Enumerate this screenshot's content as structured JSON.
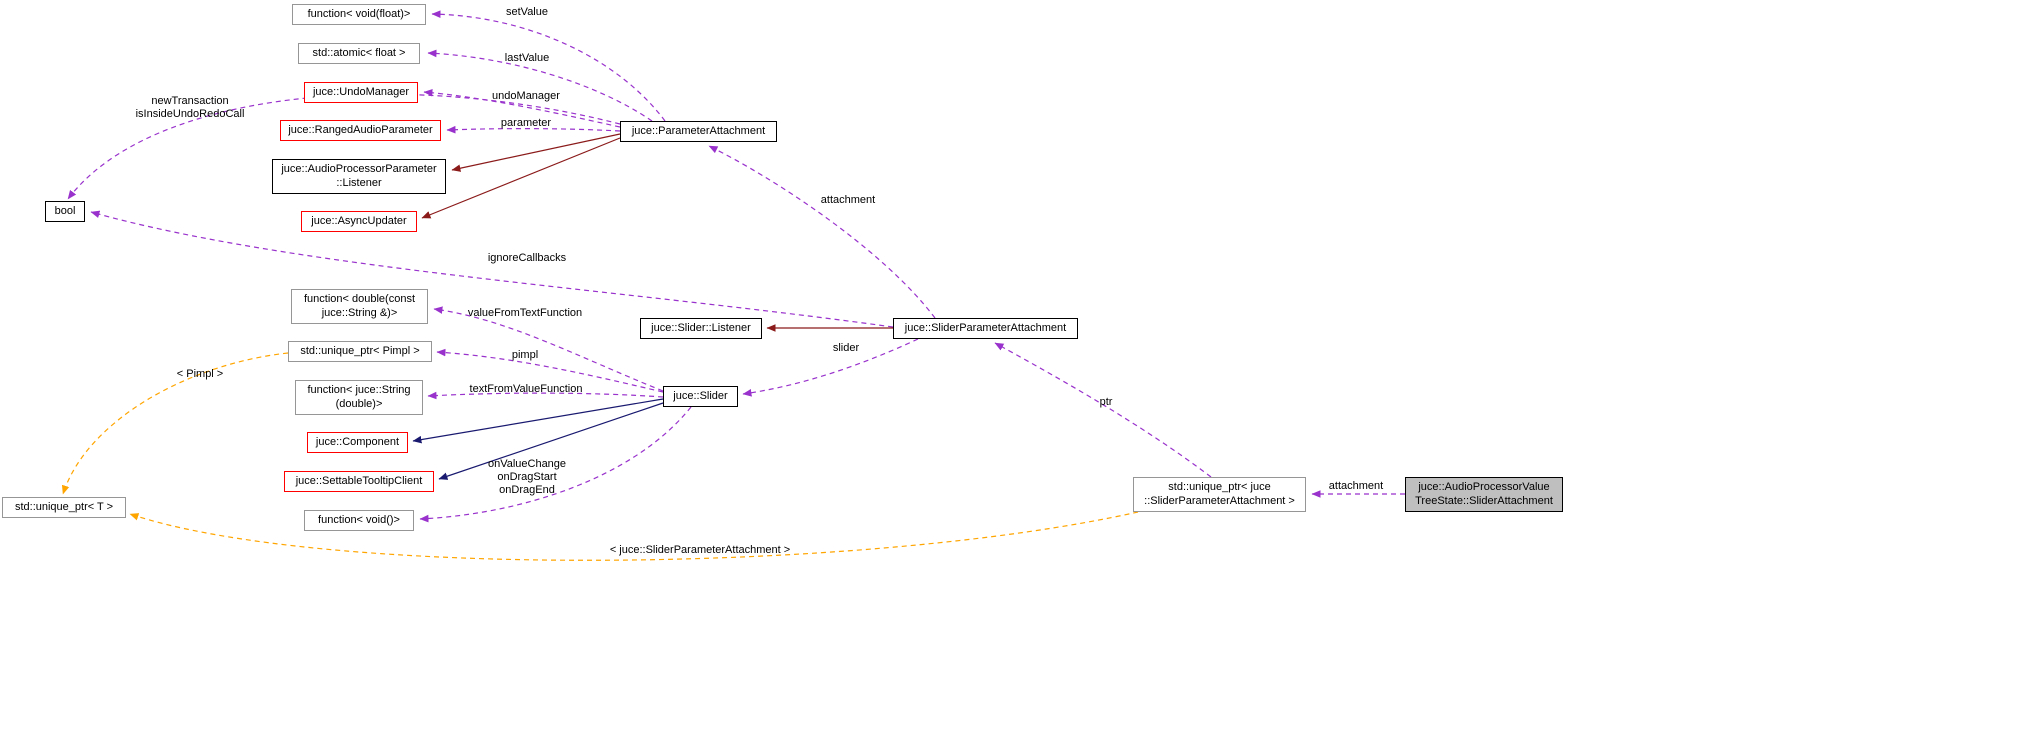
{
  "nodes": {
    "func_void_float": "function< void(float)>",
    "atomic_float": "std::atomic< float >",
    "undo_manager": "juce::UndoManager",
    "ranged_audio_parameter": "juce::RangedAudioParameter",
    "audio_processor_parameter_listener": "juce::AudioProcessorParameter\n::Listener",
    "async_updater": "juce::AsyncUpdater",
    "bool": "bool",
    "parameter_attachment": "juce::ParameterAttachment",
    "func_double_const_string": "function< double(const\njuce::String &)>",
    "unique_ptr_pimpl": "std::unique_ptr< Pimpl >",
    "func_string_double": "function< juce::String\n(double)>",
    "component": "juce::Component",
    "settable_tooltip_client": "juce::SettableTooltipClient",
    "unique_ptr_t": "std::unique_ptr< T >",
    "func_void": "function< void()>",
    "slider_listener": "juce::Slider::Listener",
    "slider": "juce::Slider",
    "slider_parameter_attachment": "juce::SliderParameterAttachment",
    "unique_ptr_spa": "std::unique_ptr< juce\n::SliderParameterAttachment >",
    "slider_attachment": "juce::AudioProcessorValue\nTreeState::SliderAttachment"
  },
  "edge_labels": {
    "set_value": "setValue",
    "last_value": "lastValue",
    "undo_manager": "undoManager",
    "parameter": "parameter",
    "new_transaction": "newTransaction\nisInsideUndoRedoCall",
    "ignore_callbacks": "ignoreCallbacks",
    "attachment_to_parameter_attachment": "attachment",
    "value_from_text_function": "valueFromTextFunction",
    "pimpl": "pimpl",
    "text_from_value_function": "textFromValueFunction",
    "on_value_change": "onValueChange\nonDragStart\nonDragEnd",
    "slider": "slider",
    "ptr": "ptr",
    "attachment_to_unique_ptr": "attachment",
    "template_pimpl": "< Pimpl >",
    "template_spa": "< juce::SliderParameterAttachment >"
  },
  "colors": {
    "usage_edge": "#9932cc",
    "template_edge": "#ffa500",
    "inheritance_edge_dark_red": "#8b1a1a",
    "inheritance_edge_navy": "#191970",
    "node_border_external": "#969696",
    "node_border_class": "#000000",
    "node_border_truncated": "#ff0000",
    "main_node_fill": "#bfbfbf"
  }
}
